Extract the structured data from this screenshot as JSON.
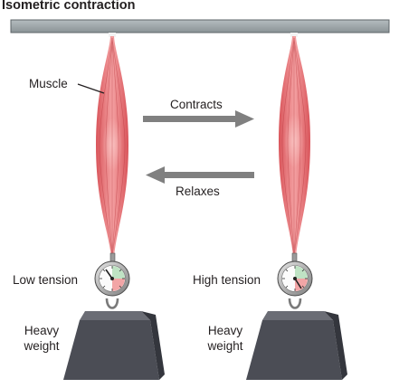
{
  "title": "Isometric contraction",
  "labels": {
    "muscle": "Muscle",
    "contracts": "Contracts",
    "relaxes": "Relaxes",
    "low_tension": "Low tension",
    "high_tension": "High tension",
    "weight_left_line1": "Heavy",
    "weight_left_line2": "weight",
    "weight_right_line1": "Heavy",
    "weight_right_line2": "weight"
  },
  "colors": {
    "bar": "#9aa3a7",
    "muscle": "#e8777b",
    "arrow": "#808080",
    "weight": "#4b4d55",
    "gauge_green": "#bfe3c4",
    "gauge_red": "#f2a5a6"
  }
}
